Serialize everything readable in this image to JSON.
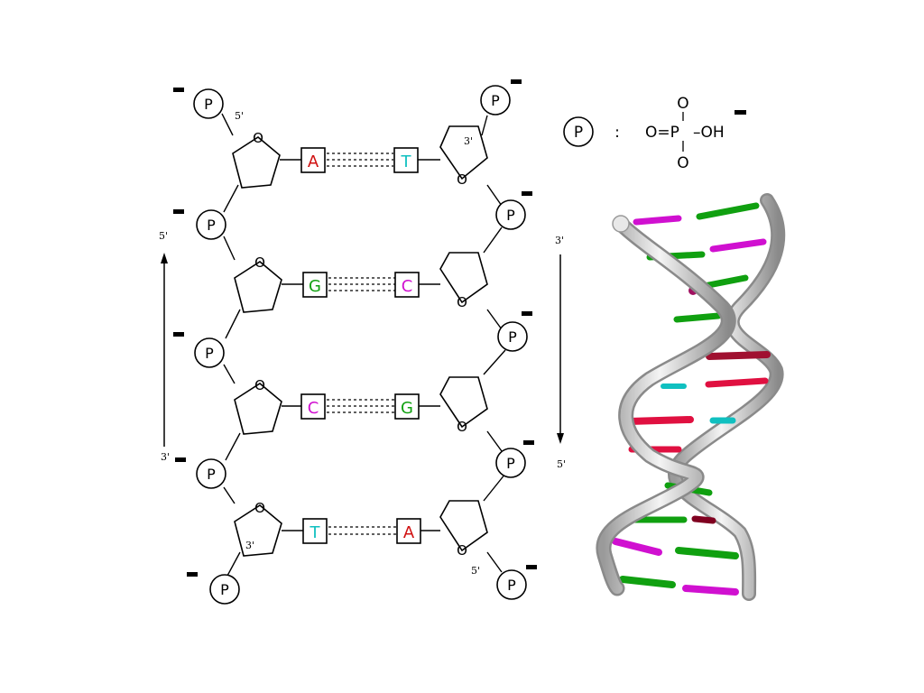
{
  "labels": {
    "phosphate": "P",
    "five_prime": "5'",
    "three_prime": "3'",
    "oxygen": "O"
  },
  "legend": {
    "symbol": "P",
    "separator": ":",
    "formula_left": "O=P",
    "formula_right": "–OH",
    "top_o": "O",
    "bottom_o": "O"
  },
  "base_pairs": [
    {
      "left": "A",
      "right": "T",
      "left_color": "#d01010",
      "right_color": "#10c0c0"
    },
    {
      "left": "G",
      "right": "C",
      "left_color": "#10a010",
      "right_color": "#d010d0"
    },
    {
      "left": "C",
      "right": "G",
      "left_color": "#d010d0",
      "right_color": "#10a010"
    },
    {
      "left": "T",
      "right": "A",
      "left_color": "#10c0c0",
      "right_color": "#d01010"
    }
  ],
  "colors": {
    "adenine": "#d01010",
    "thymine": "#10c0c0",
    "guanine": "#10a010",
    "cytosine": "#d010d0",
    "helix_backbone": "#d8d8d8"
  }
}
